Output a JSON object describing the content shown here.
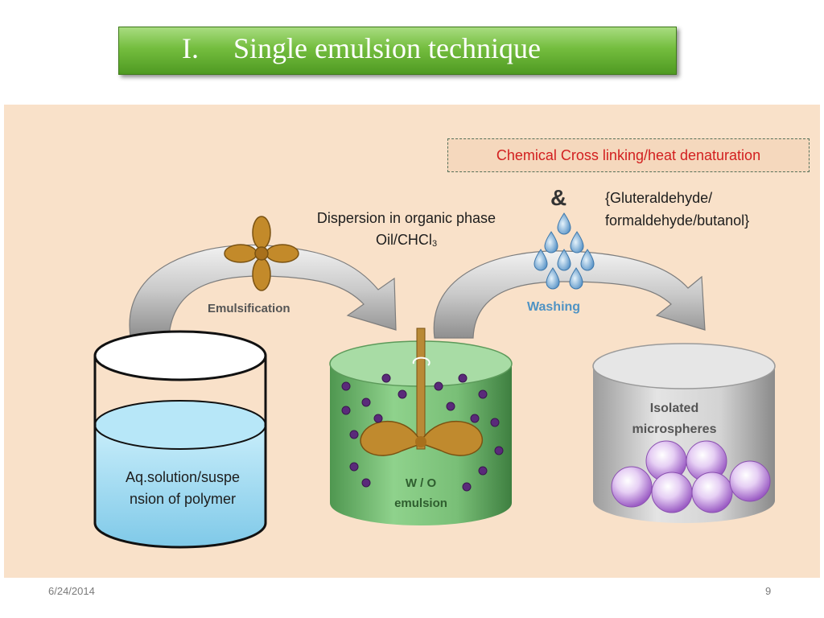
{
  "slide": {
    "title_number": "I.",
    "title_text": "Single  emulsion technique",
    "date": "6/24/2014",
    "page_number": "9"
  },
  "diagram": {
    "crosslinking_label": "Chemical Cross linking/heat denaturation",
    "reagents_line1": "{Gluteraldehyde/",
    "reagents_line2": "formaldehyde/butanol}",
    "dispersion_line1": "Dispersion in organic phase",
    "dispersion_line2_main": "Oil/CHCl",
    "dispersion_line2_sub": "3",
    "emulsification_label": "Emulsification",
    "washing_label": "Washing",
    "ampersand": "&",
    "aq_label_line1": "Aq.solution/suspe",
    "aq_label_line2": "nsion of polymer",
    "emulsion_label_line1": "W / O",
    "emulsion_label_line2": "emulsion",
    "isolated_label_line1": "Isolated",
    "isolated_label_line2": "microspheres"
  },
  "colors": {
    "title_green": "#74bd3e",
    "panel_beige": "#f9e1c9",
    "crosslink_text": "#d21f1f",
    "emulsion_green": "#7fc07e",
    "washing_blue": "#5b95c8",
    "particle_purple": "#5a2a7a",
    "microsphere_violet": "#b585d6"
  }
}
